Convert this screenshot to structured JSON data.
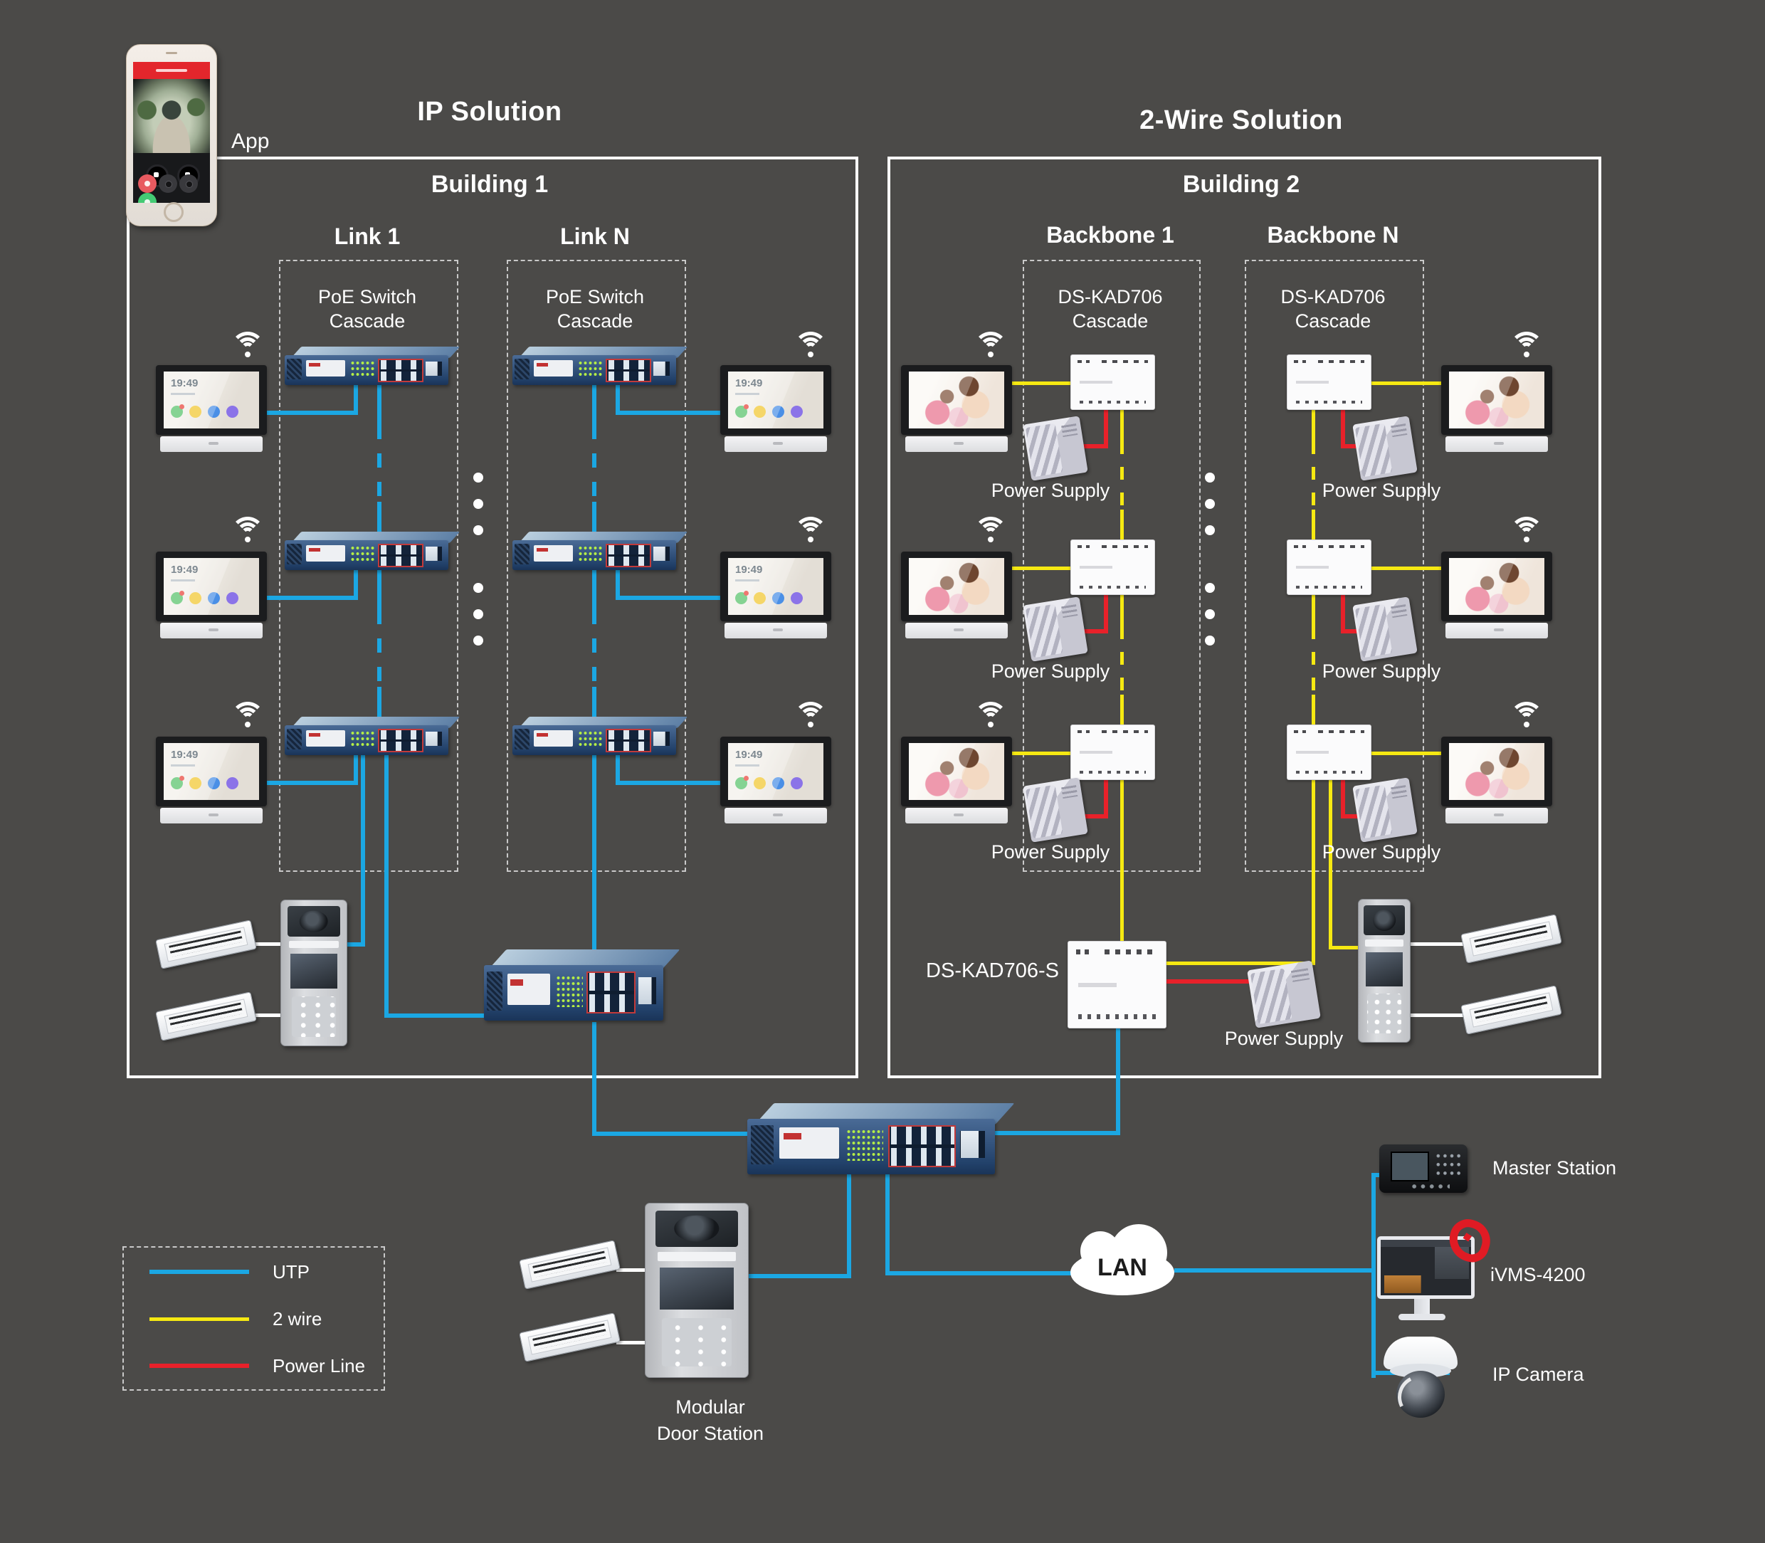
{
  "titles": {
    "ip_solution": "IP Solution",
    "two_wire_solution": "2-Wire Solution",
    "app": "App"
  },
  "buildings": {
    "b1": "Building 1",
    "b2": "Building 2"
  },
  "columns": {
    "link1": "Link 1",
    "linkN": "Link N",
    "backbone1": "Backbone 1",
    "backboneN": "Backbone N"
  },
  "cascade": {
    "poe_line1": "PoE Switch",
    "poe_line2": "Cascade",
    "kad_line1": "DS-KAD706",
    "kad_line2": "Cascade"
  },
  "labels": {
    "power_supply": "Power Supply",
    "ds_kad706_s": "DS-KAD706-S",
    "modular": "Modular",
    "door_station": "Door Station",
    "lan": "LAN",
    "master_station": "Master Station",
    "ivms": "iVMS-4200",
    "ip_camera": "IP Camera"
  },
  "legend": {
    "utp": "UTP",
    "two_wire": "2 wire",
    "power_line": "Power Line"
  },
  "indoor_station": {
    "time": "19:49"
  },
  "colors": {
    "background": "#4b4a48",
    "utp": "#1ba7e3",
    "two_wire": "#f6e912",
    "power_line": "#e8212a"
  }
}
